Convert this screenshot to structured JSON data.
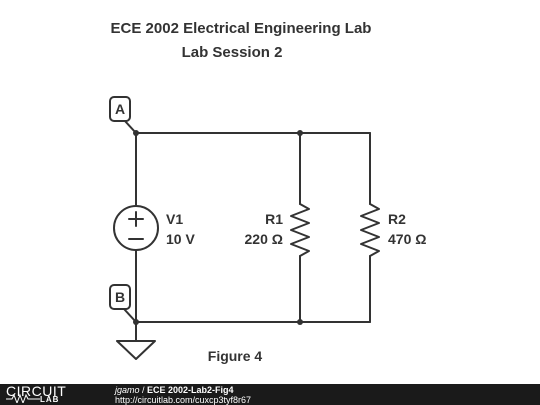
{
  "title": {
    "line1": "ECE 2002 Electrical Engineering Lab",
    "line2": "Lab Session 2"
  },
  "nodes": {
    "a": "A",
    "b": "B"
  },
  "components": {
    "v1": {
      "name": "V1",
      "value": "10 V"
    },
    "r1": {
      "name": "R1",
      "value": "220 Ω"
    },
    "r2": {
      "name": "R2",
      "value": "470 Ω"
    }
  },
  "caption": "Figure 4",
  "footer": {
    "logo_top": "CIRCUIT",
    "logo_bottom": "LAB",
    "user": "jgamo",
    "separator": " / ",
    "project": "ECE 2002-Lab2-Fig4",
    "url": "http://circuitlab.com/cuxcp3tyf8r67"
  },
  "colors": {
    "wire": "#333333",
    "footer_bg": "#1a1a1a"
  }
}
